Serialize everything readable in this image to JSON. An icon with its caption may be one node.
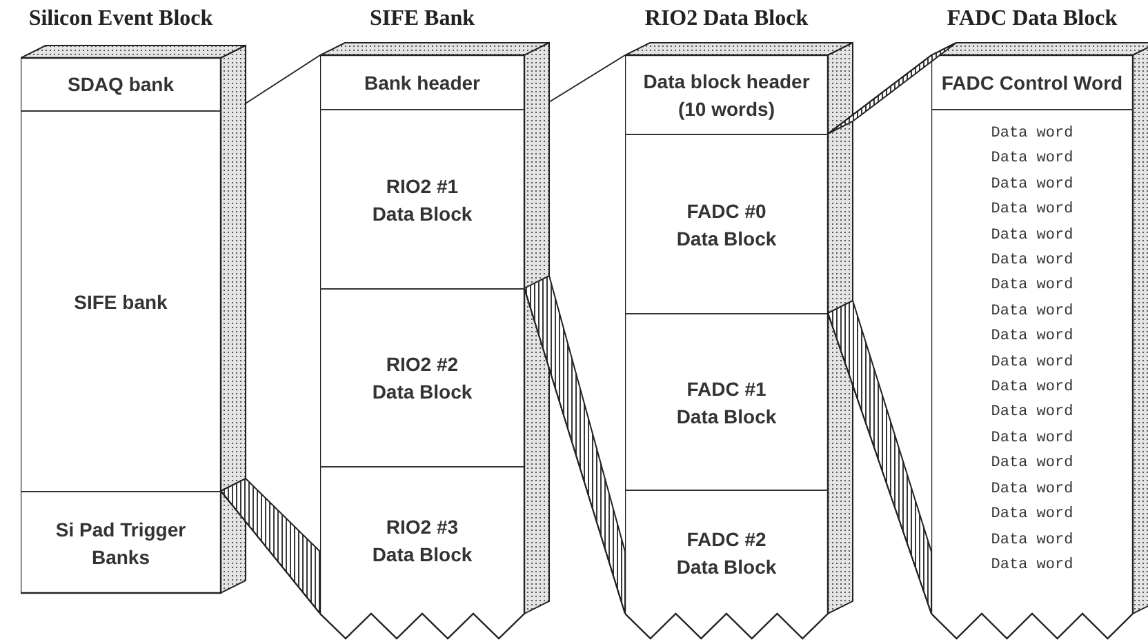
{
  "diagram": {
    "nodes": [
      {
        "text": [
          "Silicon Event Block"
        ]
      },
      {
        "text": [
          "SDAQ bank"
        ],
        "in": 0
      },
      {
        "text": [
          "SIFE bank"
        ],
        "in": 0
      },
      {
        "text": [
          "Si Pad Trigger Banks"
        ],
        "in": 0
      },
      {
        "text": [
          "SIFE Bank"
        ]
      },
      {
        "text": [
          "Bank header"
        ],
        "in": 4
      },
      {
        "text": [
          "RIO2 #1 Data Block"
        ],
        "in": 4
      },
      {
        "text": [
          "RIO2 #2 Data Block"
        ],
        "in": 4
      },
      {
        "text": [
          "RIO2 #3 Data Block"
        ],
        "in": 4
      },
      {
        "text": [
          "RIO2 Data Block"
        ]
      },
      {
        "text": [
          "Data block header (10 words)"
        ],
        "in": 9
      },
      {
        "text": [
          "FADC #0 Data Block"
        ],
        "in": 9
      },
      {
        "text": [
          "FADC #1 Data Block"
        ],
        "in": 9
      },
      {
        "text": [
          "FADC #2 Data Block"
        ],
        "in": 9
      },
      {
        "text": [
          "FADC Data Block"
        ]
      },
      {
        "text": [
          "FADC Control Word"
        ],
        "in": 14
      },
      {
        "text": [
          "Data word",
          "Data word",
          "Data word",
          "Data word",
          "Data word",
          "Data word",
          "Data word",
          "Data word",
          "Data word",
          "Data word",
          "Data word",
          "Data word",
          "Data word",
          "Data word",
          "Data word",
          "Data word",
          "Data word",
          "Data word"
        ],
        "in": 14
      }
    ],
    "edges": [
      {
        "from": 2,
        "to": 4,
        "arrow": "none"
      },
      {
        "from": 2,
        "to": 4,
        "arrow": "none"
      },
      {
        "from": 6,
        "to": 9,
        "arrow": "none"
      },
      {
        "from": 6,
        "to": 9,
        "arrow": "none"
      },
      {
        "from": 11,
        "to": 14,
        "arrow": "none"
      },
      {
        "from": 11,
        "to": 14,
        "arrow": "none"
      }
    ]
  }
}
